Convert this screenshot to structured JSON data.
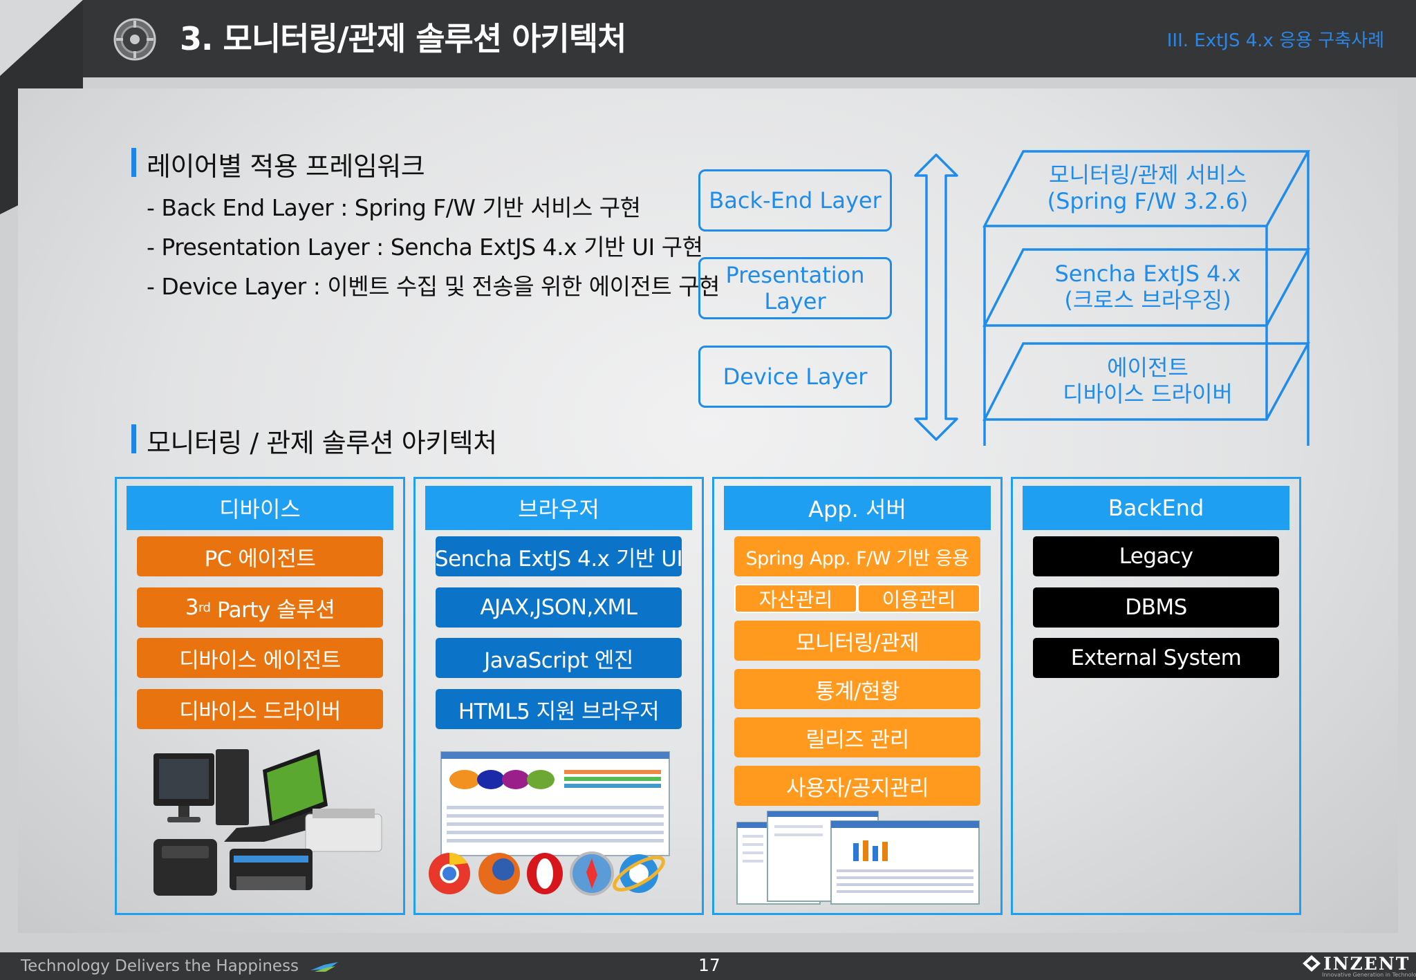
{
  "header": {
    "title": "3. 모니터링/관제 솔루션 아키텍처",
    "section": "III. ExtJS 4.x 응용 구축사례"
  },
  "layers_section": {
    "heading": "레이어별 적용 프레임워크",
    "bullets": [
      "- Back End Layer : Spring F/W 기반 서비스 구현",
      "- Presentation Layer : Sencha ExtJS 4.x 기반 UI 구현",
      "- Device Layer : 이벤트 수집 및 전송을  위한 에이전트 구현"
    ],
    "layer_boxes": [
      "Back-End Layer",
      "Presentation Layer",
      "Device Layer"
    ],
    "stack": [
      "모니터링/관제 서비스\n(Spring F/W 3.2.6)",
      "Sencha ExtJS 4.x\n(크로스 브라우징)",
      "에이전트\n디바이스 드라이버"
    ]
  },
  "arch_section": {
    "heading": "모니터링 / 관제 솔루션 아키텍처",
    "columns": [
      {
        "title": "디바이스",
        "items": [
          "PC 에이전트",
          "3",
          "rd",
          " Party 솔루션",
          "디바이스 에이전트",
          "디바이스 드라이버"
        ]
      },
      {
        "title": "브라우저",
        "items": [
          "Sencha ExtJS 4.x 기반 UI",
          "AJAX,JSON,XML",
          "JavaScript 엔진",
          "HTML5 지원 브라우저"
        ]
      },
      {
        "title": "App. 서버",
        "items": [
          "Spring App. F/W 기반 응용",
          "자산관리",
          "이용관리",
          "모니터링/관제",
          "통계/현황",
          "릴리즈 관리",
          "사용자/공지관리"
        ]
      },
      {
        "title": "BackEnd",
        "items": [
          "Legacy",
          "DBMS",
          "External System"
        ]
      }
    ]
  },
  "footer": {
    "tagline": "Technology Delivers the Happiness",
    "page": "17",
    "logo": "INZENT",
    "logo_sub": "Innovative Generation in Technology"
  },
  "colors": {
    "accent_blue": "#1e9ff2",
    "orange": "#e8730f",
    "light_orange": "#ff9a1f",
    "dark_blue": "#0c74c8",
    "header_bg": "#353638"
  }
}
